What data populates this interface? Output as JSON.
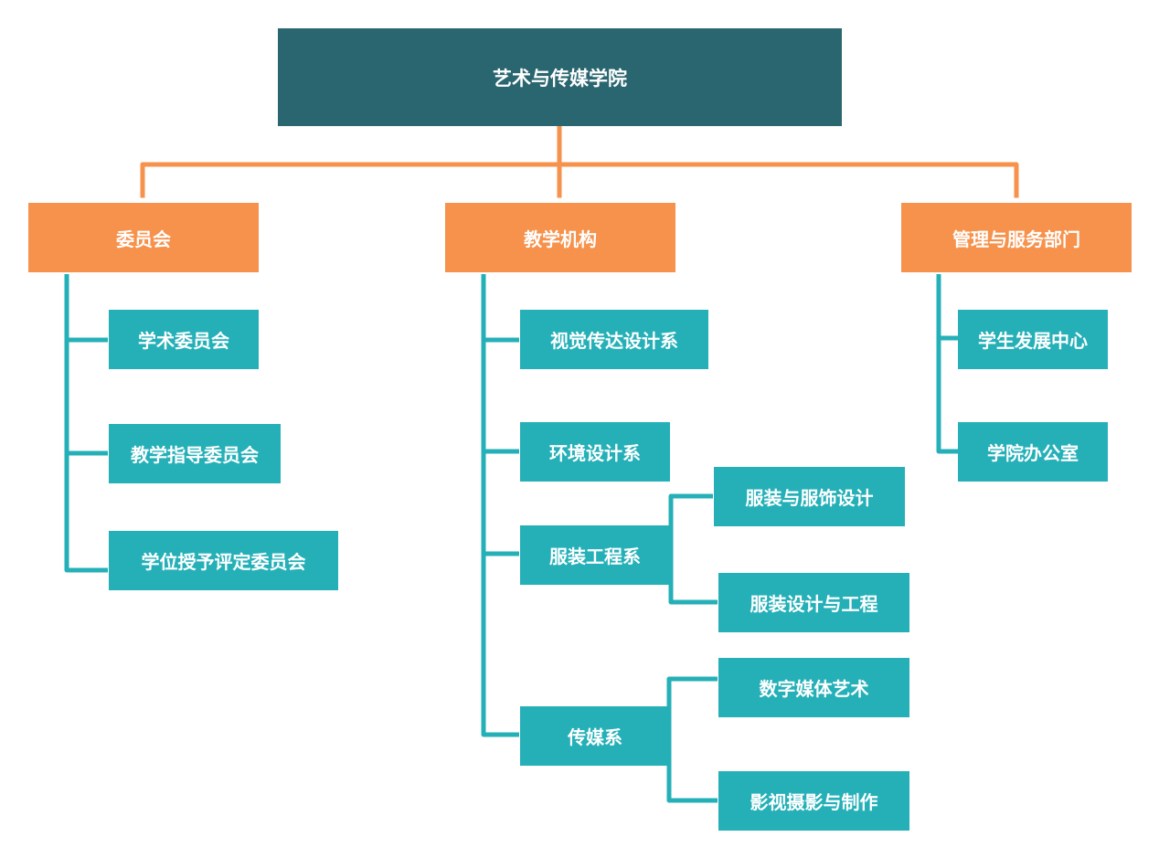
{
  "colors": {
    "root": "#2a6670",
    "category": "#f6924c",
    "unit": "#25b0b8",
    "orange_connector": "#f6924c",
    "teal_connector": "#25b0b8"
  },
  "root": {
    "label": "艺术与传媒学院"
  },
  "categories": [
    {
      "label": "委员会",
      "children": [
        {
          "label": "学术委员会"
        },
        {
          "label": "教学指导委员会"
        },
        {
          "label": "学位授予评定委员会"
        }
      ]
    },
    {
      "label": "教学机构",
      "children": [
        {
          "label": "视觉传达设计系"
        },
        {
          "label": "环境设计系"
        },
        {
          "label": "服装工程系",
          "children": [
            {
              "label": "服装与服饰设计"
            },
            {
              "label": "服装设计与工程"
            }
          ]
        },
        {
          "label": "传媒系",
          "children": [
            {
              "label": "数字媒体艺术"
            },
            {
              "label": "影视摄影与制作"
            }
          ]
        }
      ]
    },
    {
      "label": "管理与服务部门",
      "children": [
        {
          "label": "学生发展中心"
        },
        {
          "label": "学院办公室"
        }
      ]
    }
  ]
}
